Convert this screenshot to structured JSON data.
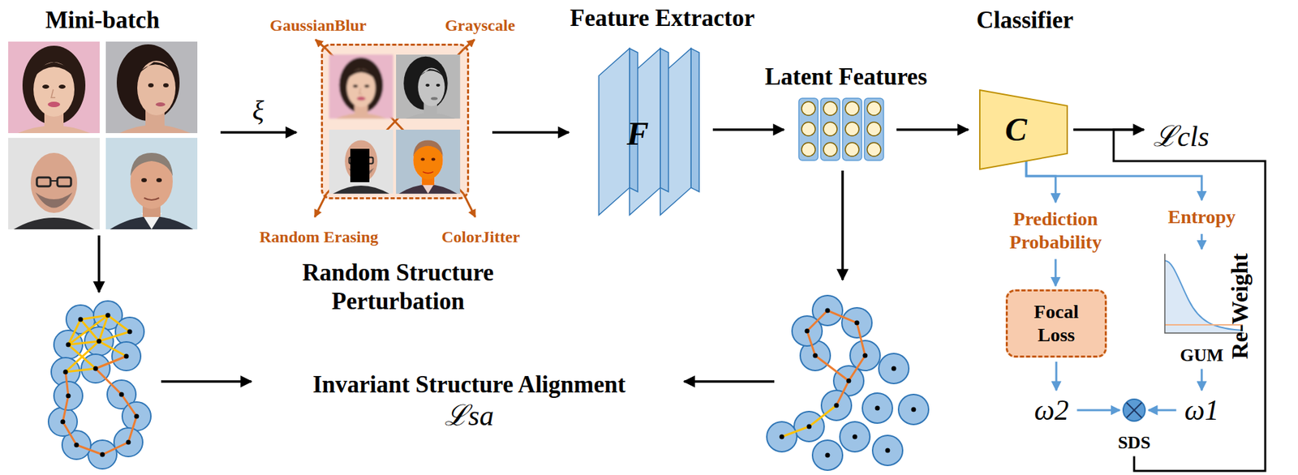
{
  "diagram": {
    "nodes": [
      {
        "text": [
          "Mini-batch"
        ]
      },
      {
        "text": [
          "Random Structure Perturbation"
        ]
      },
      {
        "text": [
          "Feature Extractor",
          "F"
        ]
      },
      {
        "text": [
          "Latent Features"
        ]
      },
      {
        "text": [
          "Classifier",
          "C"
        ]
      },
      {
        "text": [
          "ℒcls"
        ]
      },
      {
        "text": [
          "Prediction Probability"
        ]
      },
      {
        "text": [
          "Entropy"
        ]
      },
      {
        "text": [
          "Focal Loss"
        ]
      },
      {
        "text": [
          "GUM"
        ]
      },
      {
        "text": [
          "ω2"
        ]
      },
      {
        "text": [
          "SDS"
        ]
      },
      {
        "text": [
          "ω1"
        ]
      },
      {
        "text": [
          "Invariant Structure Alignment",
          "ℒsa"
        ]
      }
    ],
    "edges": [
      {
        "from": 0,
        "to": 1,
        "arrow": "to",
        "label": "ξ"
      },
      {
        "from": 1,
        "to": 2,
        "arrow": "to"
      },
      {
        "from": 2,
        "to": 3,
        "arrow": "to"
      },
      {
        "from": 3,
        "to": 4,
        "arrow": "to"
      },
      {
        "from": 4,
        "to": 5,
        "arrow": "to"
      },
      {
        "from": 4,
        "to": 6,
        "arrow": "to"
      },
      {
        "from": 4,
        "to": 7,
        "arrow": "to"
      },
      {
        "from": 6,
        "to": 8,
        "arrow": "to"
      },
      {
        "from": 7,
        "to": 9,
        "arrow": "to"
      },
      {
        "from": 8,
        "to": 10,
        "arrow": "to"
      },
      {
        "from": 9,
        "to": 12,
        "arrow": "to"
      },
      {
        "from": 10,
        "to": 11,
        "arrow": "to"
      },
      {
        "from": 12,
        "to": 11,
        "arrow": "to"
      },
      {
        "from": 11,
        "to": 5,
        "arrow": "none",
        "label": "Re-Weight"
      }
    ],
    "labels": [
      "GaussianBlur",
      "Grayscale",
      "Random Erasing",
      "ColorJitter"
    ]
  }
}
